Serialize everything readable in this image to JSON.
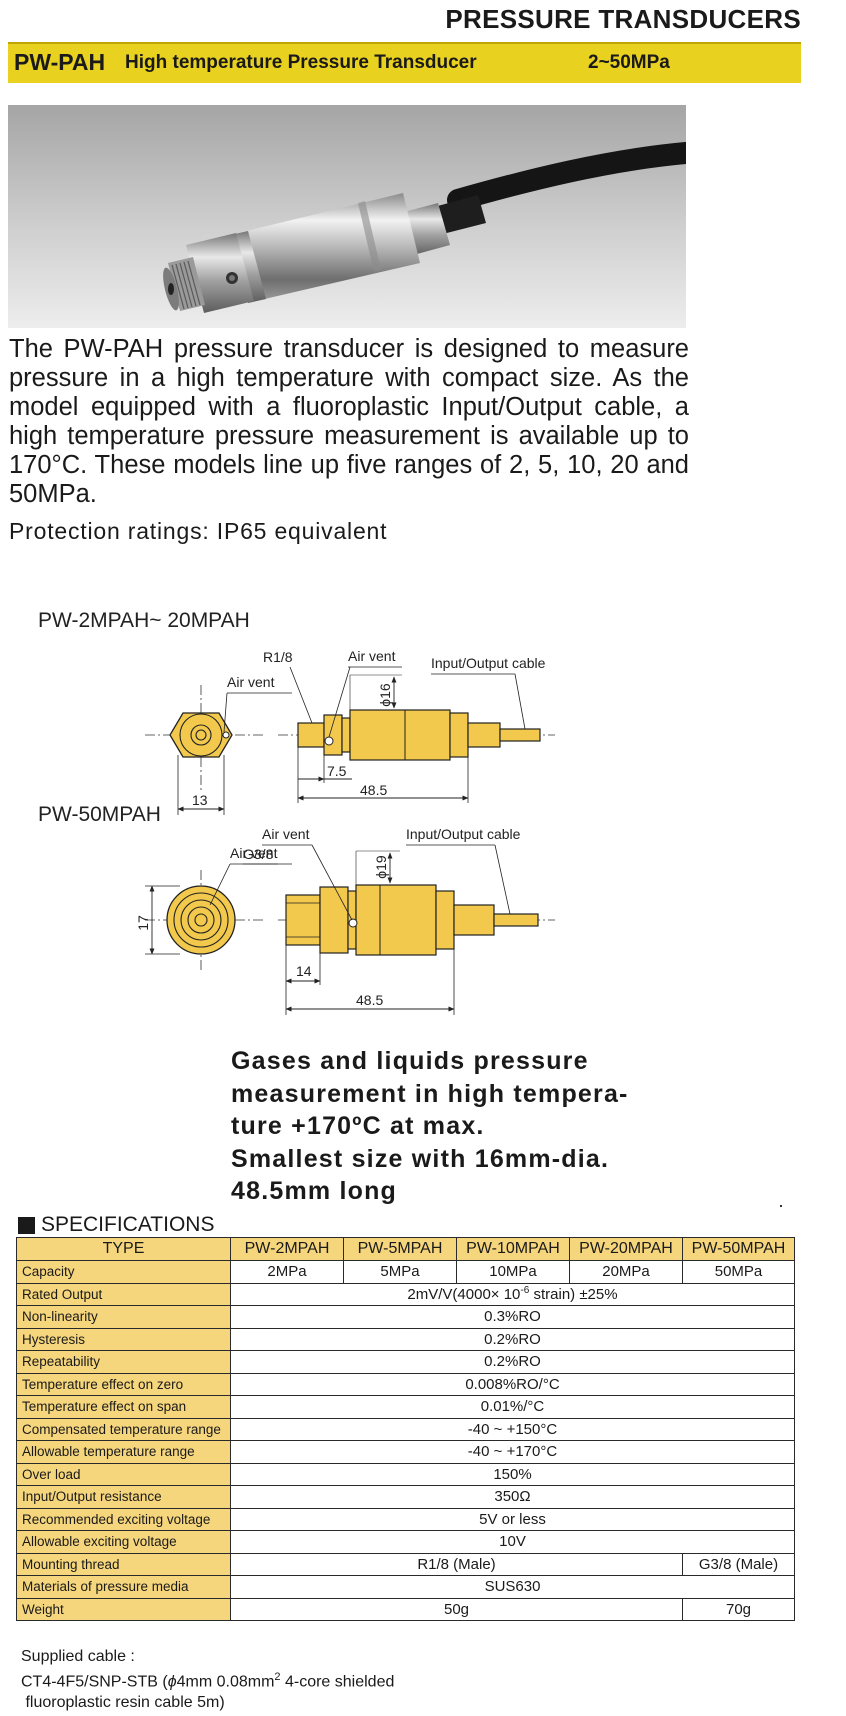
{
  "header": {
    "category": "PRESSURE TRANSDUCERS"
  },
  "model": {
    "name": "PW-PAH",
    "description": "High temperature Pressure Transducer",
    "range": "2~50MPa"
  },
  "intro": {
    "text": "The PW-PAH pressure transducer is designed to measure pressure in a high temperature with compact size.  As the model equipped with a fluoroplastic Input/Output cable, a high temperature pressure measurement is available up to 170°C.  These models line up five ranges of 2, 5, 10, 20 and 50MPa.",
    "protection": "Protection ratings: IP65 equivalent"
  },
  "drawing": {
    "model_a": {
      "title": "PW-2MPAH~ 20MPAH",
      "labels": {
        "thread": "R1/8",
        "air_vent_top": "Air vent",
        "air_vent_side": "Air vent",
        "cable": "Input/Output cable",
        "dia": "ϕ16",
        "dim_vent": "7.5",
        "dim_length": "48.5",
        "dim_hex": "13"
      }
    },
    "model_b": {
      "title": "PW-50MPAH",
      "labels": {
        "air_vent_top": "Air vent",
        "thread": "G3/8",
        "air_vent_side": "Air vent",
        "cable": "Input/Output cable",
        "dia": "ϕ19",
        "dim_hex": "17",
        "dim_thread": "14",
        "dim_length": "48.5"
      }
    },
    "colors": {
      "body": "#f2c94c",
      "outline": "#2a2a2a"
    }
  },
  "features": {
    "lines": [
      "Gases and liquids pressure",
      "measurement in high tempera-",
      "ture +170ºC at max.",
      "Smallest size with 16mm-dia.",
      "48.5mm long"
    ]
  },
  "specifications": {
    "heading": "SPECIFICATIONS",
    "type_label": "TYPE",
    "models": [
      "PW-2MPAH",
      "PW-5MPAH",
      "PW-10MPAH",
      "PW-20MPAH",
      "PW-50MPAH"
    ],
    "capacity": {
      "label": "Capacity",
      "values": [
        "2MPa",
        "5MPa",
        "10MPa",
        "20MPa",
        "50MPa"
      ]
    },
    "rated_output": {
      "label": "Rated Output",
      "pre": "2mV/V(4000× 10",
      "sup": "-6",
      "post": " strain) ±25%"
    },
    "rows": [
      {
        "label": "Non-linearity",
        "value": "0.3%RO"
      },
      {
        "label": "Hysteresis",
        "value": "0.2%RO"
      },
      {
        "label": "Repeatability",
        "value": "0.2%RO"
      },
      {
        "label": "Temperature effect on zero",
        "value": "0.008%RO/°C"
      },
      {
        "label": "Temperature effect on span",
        "value": "0.01%/°C"
      },
      {
        "label": "Compensated temperature range",
        "value": "-40 ~ +150°C"
      },
      {
        "label": "Allowable temperature range",
        "value": "-40 ~ +170°C"
      },
      {
        "label": "Over load",
        "value": "150%"
      },
      {
        "label": "Input/Output resistance",
        "value": "350Ω"
      },
      {
        "label": "Recommended exciting voltage",
        "value": "5V or less"
      },
      {
        "label": "Allowable exciting voltage",
        "value": "10V"
      }
    ],
    "mounting": {
      "label": "Mounting thread",
      "value_a": "R1/8 (Male)",
      "value_b": "G3/8 (Male)"
    },
    "materials": {
      "label": "Materials of pressure media",
      "value": "SUS630"
    },
    "weight": {
      "label": "Weight",
      "value_a": "50g",
      "value_b": "70g"
    },
    "colors": {
      "label_bg": "#f6d67c"
    }
  },
  "cable": {
    "title": "Supplied cable :",
    "line1_pre": "CT4-4F5/SNP-STB (",
    "line1_phi": "ϕ",
    "line1_mid": "4mm  0.08mm",
    "line1_sup": "2",
    "line1_post": "  4-core shielded",
    "line2": " fluoroplastic resin cable 5m)"
  },
  "colors": {
    "accent_bar": "#e9d11f"
  }
}
